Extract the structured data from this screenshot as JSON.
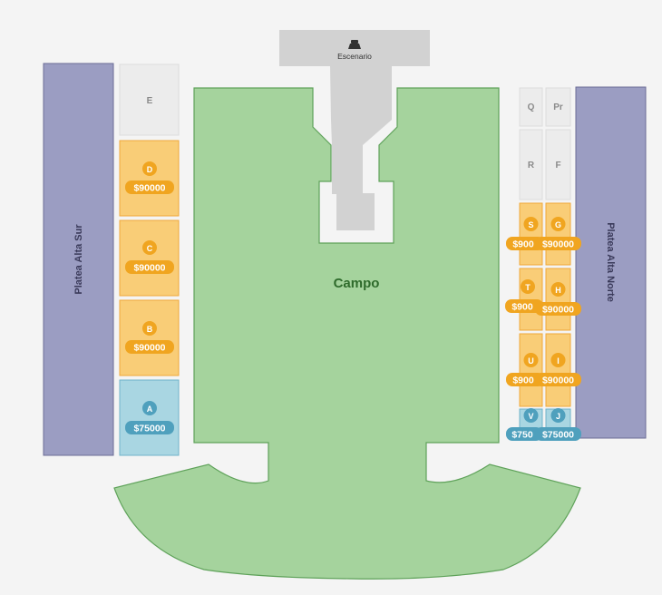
{
  "stage": {
    "label": "Escenario",
    "icon": "spotlight-icon"
  },
  "campo": {
    "label": "Campo"
  },
  "platea_sur": {
    "label": "Platea Alta Sur"
  },
  "platea_norte": {
    "label": "Platea Alta Norte"
  },
  "colors": {
    "background": "#f4f4f4",
    "campo_fill": "#a5d39d",
    "campo_stroke": "#5fa25a",
    "campo_text": "#2f6b2c",
    "stage_fill": "#d2d2d2",
    "platea_fill": "#9b9dc2",
    "platea_stroke": "#6b6d96",
    "available_fill": "#f9cd77",
    "available_stroke": "#f0a83a",
    "available_badge": "#f0a520",
    "cheap_fill": "#a9d6e2",
    "cheap_stroke": "#6fb3c9",
    "cheap_badge": "#4fa0bd",
    "unavailable_fill": "#ececec",
    "unavailable_text": "#8a8a8a"
  },
  "sections": {
    "E": {
      "letter": "E",
      "status": "unavailable"
    },
    "D": {
      "letter": "D",
      "price": "$90000",
      "status": "available"
    },
    "C": {
      "letter": "C",
      "price": "$90000",
      "status": "available"
    },
    "B": {
      "letter": "B",
      "price": "$90000",
      "status": "available"
    },
    "A": {
      "letter": "A",
      "price": "$75000",
      "status": "cheap"
    },
    "Q": {
      "letter": "Q",
      "status": "unavailable"
    },
    "Pr": {
      "letter": "Pr",
      "status": "unavailable"
    },
    "R": {
      "letter": "R",
      "status": "unavailable"
    },
    "F": {
      "letter": "F",
      "status": "unavailable"
    },
    "S": {
      "letter": "S",
      "price": "$900",
      "status": "available"
    },
    "G": {
      "letter": "G",
      "price": "$90000",
      "status": "available"
    },
    "T": {
      "letter": "T",
      "price": "$900",
      "status": "available"
    },
    "H": {
      "letter": "H",
      "price": "$90000",
      "status": "available"
    },
    "U": {
      "letter": "U",
      "price": "$900",
      "status": "available"
    },
    "I": {
      "letter": "I",
      "price": "$90000",
      "status": "available"
    },
    "V": {
      "letter": "V",
      "price": "$750",
      "status": "cheap"
    },
    "J": {
      "letter": "J",
      "price": "$75000",
      "status": "cheap"
    }
  }
}
